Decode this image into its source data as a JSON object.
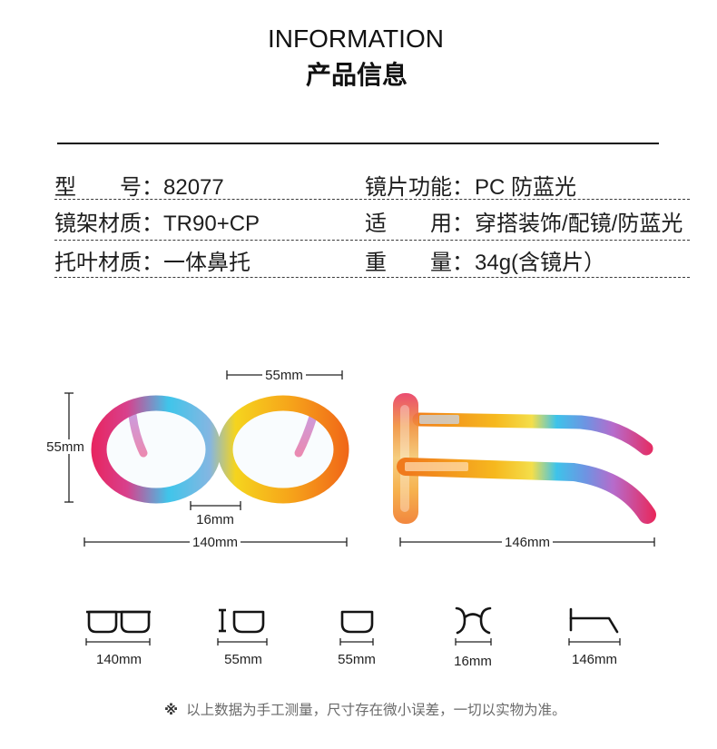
{
  "header": {
    "title_en": "INFORMATION",
    "title_cn": "产品信息"
  },
  "specs": [
    {
      "left": {
        "label": [
          "型",
          "号："
        ],
        "value": "82077"
      },
      "right": {
        "label": [
          "镜片功能："
        ],
        "value": "PC 防蓝光"
      }
    },
    {
      "left": {
        "label": [
          "镜架材质："
        ],
        "value": "TR90+CP"
      },
      "right": {
        "label": [
          "适",
          "用："
        ],
        "value": "穿搭装饰/配镜/防蓝光"
      }
    },
    {
      "left": {
        "label": [
          "托叶材质："
        ],
        "value": "一体鼻托"
      },
      "right": {
        "label": [
          "重",
          "量："
        ],
        "value": "34g(含镜片）"
      }
    }
  ],
  "dimensions": {
    "lens_width": "55mm",
    "lens_height": "55mm",
    "bridge_width": "16mm",
    "frame_width": "140mm",
    "temple_length": "146mm"
  },
  "size_icons": [
    {
      "icon": "frame-width-icon",
      "label": "140mm"
    },
    {
      "icon": "lens-height-icon",
      "label": "55mm"
    },
    {
      "icon": "lens-width-icon",
      "label": "55mm"
    },
    {
      "icon": "bridge-width-icon",
      "label": "16mm"
    },
    {
      "icon": "temple-length-icon",
      "label": "146mm"
    }
  ],
  "footer": {
    "mark": "※",
    "note": "以上数据为手工测量，尺寸存在微小误差，一切以实物为准。"
  },
  "colors": {
    "text": "#1e1e1e",
    "note_text": "#6a6a6a",
    "frame_front": [
      "#e8245e",
      "#d8408c",
      "#3fc5ea",
      "#84b6e2",
      "#f5d41e",
      "#f6a21a",
      "#f06518"
    ],
    "frame_side": [
      "#e83a62",
      "#f08f3a",
      "#f4c870",
      "#f5a83a",
      "#f07a2a"
    ],
    "temple": [
      "#f07a1c",
      "#f6b81e",
      "#f4de4a",
      "#3ec3ea",
      "#6f93e2",
      "#b66bcb",
      "#e8285c"
    ],
    "temple_tip": [
      "#b86ccf",
      "#e8508a"
    ]
  }
}
